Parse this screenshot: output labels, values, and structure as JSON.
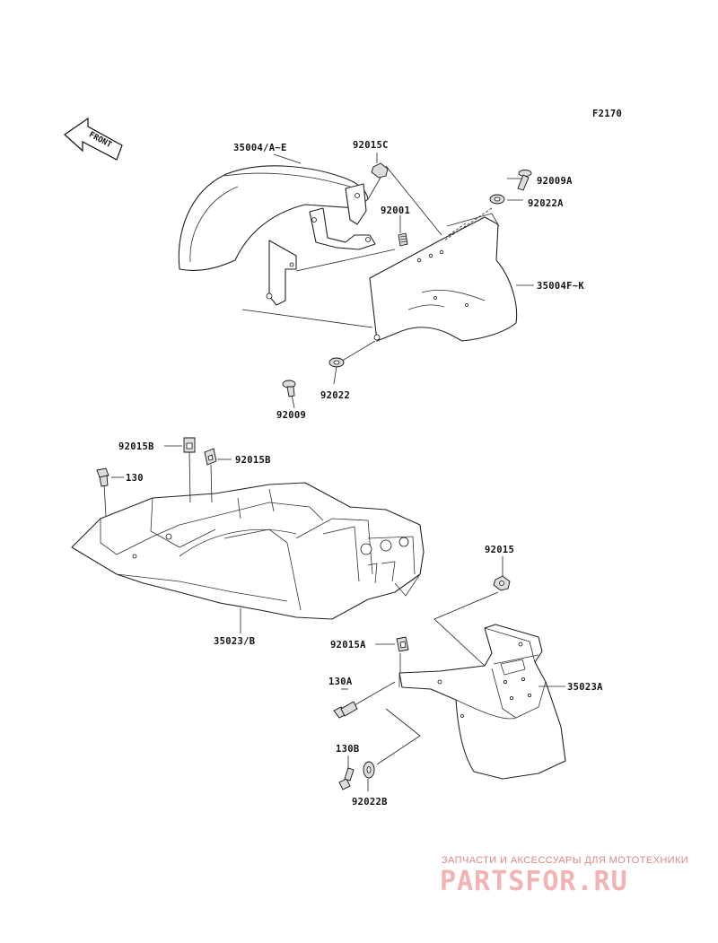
{
  "diagram": {
    "fig_code": "F2170",
    "front_arrow_text": "FRONT",
    "labels": {
      "p35004_ae": "35004/A~E",
      "p92015c": "92015C",
      "p92009a": "92009A",
      "p92022a": "92022A",
      "p92001": "92001",
      "p35004_fk": "35004F~K",
      "p92022": "92022",
      "p92009": "92009",
      "p92015b_1": "92015B",
      "p92015b_2": "92015B",
      "p130": "130",
      "p92015": "92015",
      "p35023_b": "35023/B",
      "p92015a": "92015A",
      "p130a": "130A",
      "p35023a": "35023A",
      "p130b": "130B",
      "p92022b": "92022B"
    }
  },
  "watermark": {
    "tagline": "ЗАПЧАСТИ И АКСЕССУАРЫ ДЛЯ МОТОТЕХНИКИ",
    "logo_text": "PARTSFOR.RU"
  }
}
